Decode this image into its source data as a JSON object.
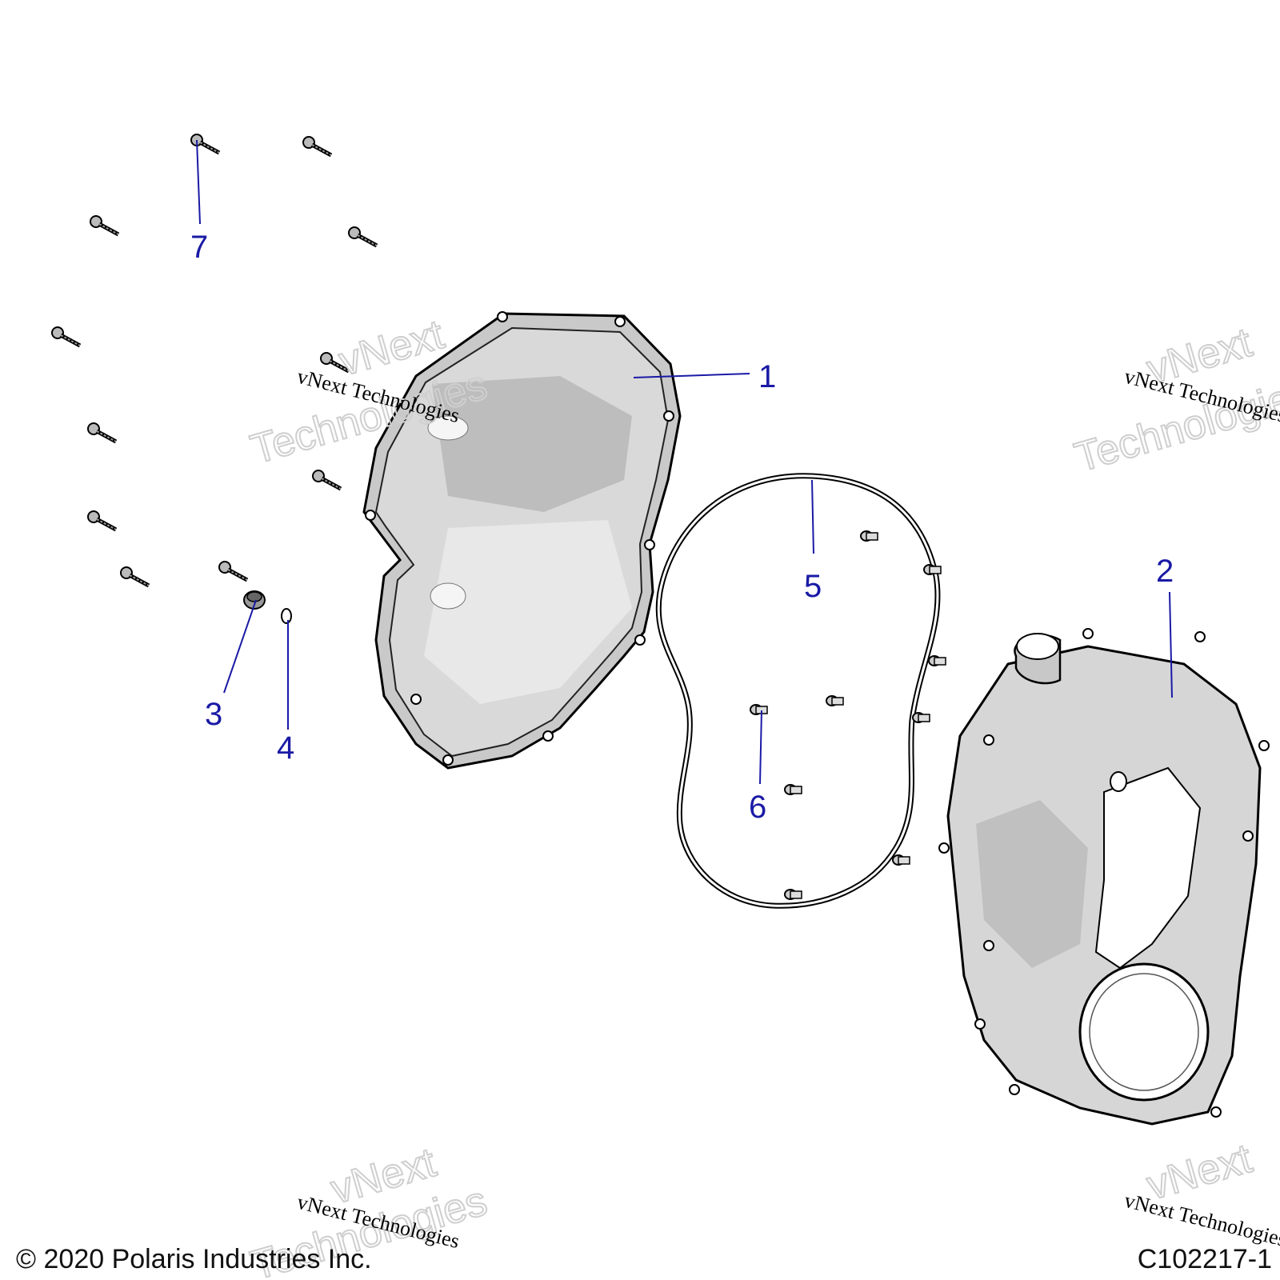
{
  "callouts": {
    "c1": "1",
    "c2": "2",
    "c3": "3",
    "c4": "4",
    "c5": "5",
    "c6": "6",
    "c7": "7"
  },
  "watermark": {
    "line": "vNext Technologies",
    "big_top": "vNext",
    "big_bottom": "Technologies"
  },
  "footer": {
    "copyright": "© 2020 Polaris Industries Inc.",
    "figure_id": "C102217-1"
  },
  "colors": {
    "callout": "#1a1aa6",
    "part_fill": "#d8d8d8",
    "line": "#000000"
  }
}
